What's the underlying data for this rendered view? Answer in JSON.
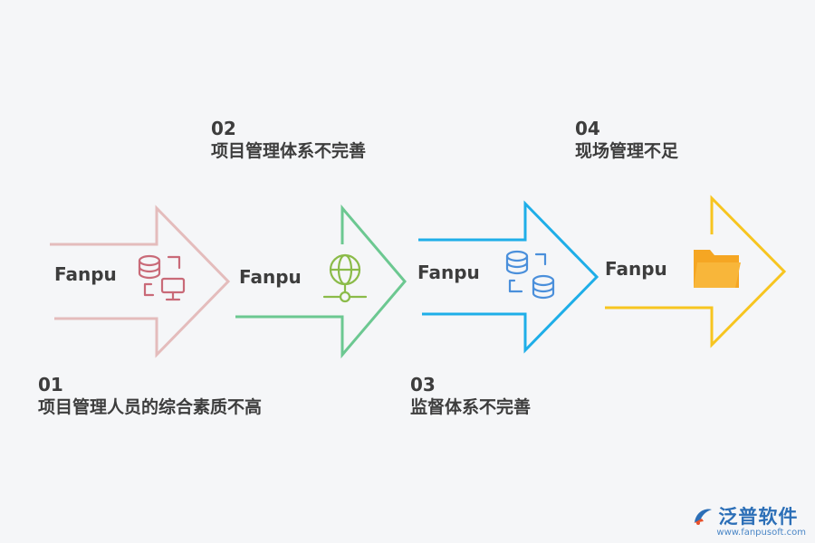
{
  "steps": [
    {
      "number": "01",
      "title": "项目管理人员的综合素质不高",
      "arrow_text": "Fanpu",
      "color": "#e4bcbc",
      "icon": "database-monitor-icon",
      "icon_color": "#c96a78"
    },
    {
      "number": "02",
      "title": "项目管理体系不完善",
      "arrow_text": "Fanpu",
      "color": "#6cc891",
      "icon": "globe-network-icon",
      "icon_color": "#8bbb49"
    },
    {
      "number": "03",
      "title": "监督体系不完善",
      "arrow_text": "Fanpu",
      "color": "#1eaee8",
      "icon": "database-sync-icon",
      "icon_color": "#4a8fdb"
    },
    {
      "number": "04",
      "title": "现场管理不足",
      "arrow_text": "Fanpu",
      "color": "#f7c520",
      "icon": "folder-icon",
      "icon_color": "#f5a623"
    }
  ],
  "logo": {
    "name": "泛普软件",
    "url": "www.fanpusoft.com",
    "color": "#2c6fb7"
  }
}
